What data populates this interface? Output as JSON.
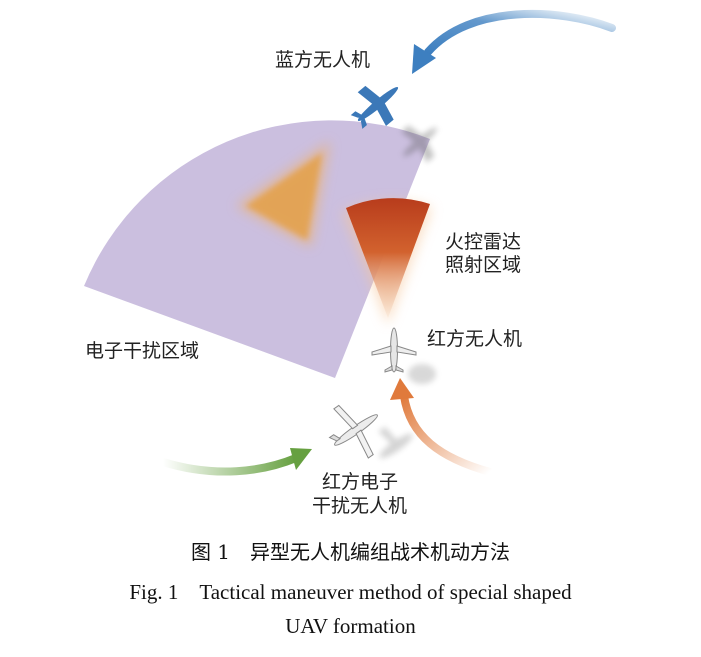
{
  "labels": {
    "blue_uav": "蓝方无人机",
    "radar_zone_line1": "火控雷达",
    "radar_zone_line2": "照射区域",
    "red_uav": "红方无人机",
    "jamming_zone": "电子干扰区域",
    "red_ew_uav_line1": "红方电子",
    "red_ew_uav_line2": "干扰无人机"
  },
  "caption": {
    "cn": "图 1　异型无人机编组战术机动方法",
    "en_line1": "Fig. 1　Tactical maneuver method of special shaped",
    "en_line2": "UAV formation"
  },
  "colors": {
    "jamming_zone": "#cbbfdf",
    "radar_beam": "#c84a1a",
    "blue_arrow": "#3d7fc0",
    "green_arrow": "#66a040",
    "orange_arrow": "#e07a3c",
    "blue_uav": "#3b78b8"
  }
}
